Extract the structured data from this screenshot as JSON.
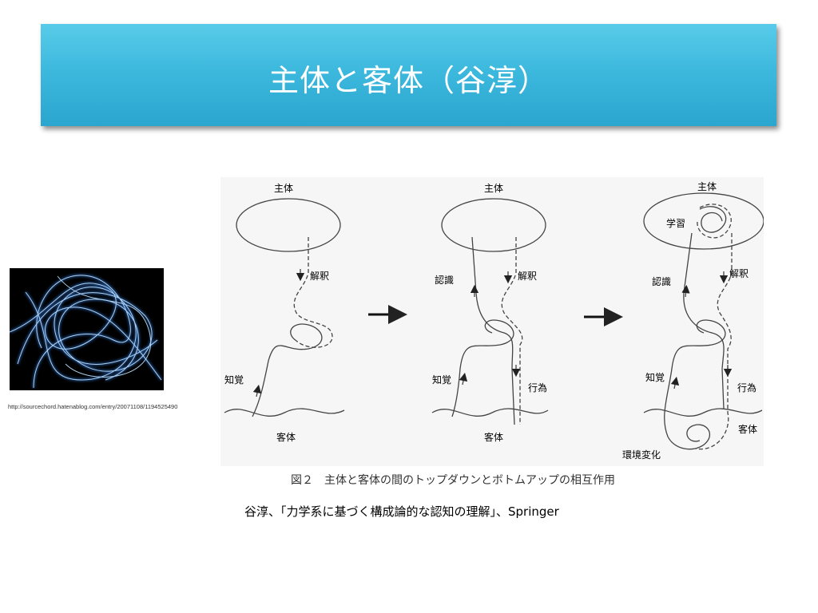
{
  "slide": {
    "title": "主体と客体（谷淳）",
    "image_url": "http://sourcechord.hatenablog.com/entry/20071108/1194525490",
    "citation": "谷淳、「力学系に基づく構成論的な認知の理解」、Springer"
  },
  "figure": {
    "caption": "図２　主体と客体の間のトップダウンとボトムアップの相互作用",
    "panels": [
      {
        "subject": "主体",
        "object": "客体",
        "interpretation": "解釈",
        "perception": "知覚"
      },
      {
        "subject": "主体",
        "object": "客体",
        "interpretation": "解釈",
        "perception": "知覚",
        "recognition": "認識",
        "action": "行為"
      },
      {
        "subject": "主体",
        "object": "客体",
        "interpretation": "解釈",
        "perception": "知覚",
        "recognition": "認識",
        "action": "行為",
        "learning": "学習",
        "env_change": "環境変化"
      }
    ]
  }
}
